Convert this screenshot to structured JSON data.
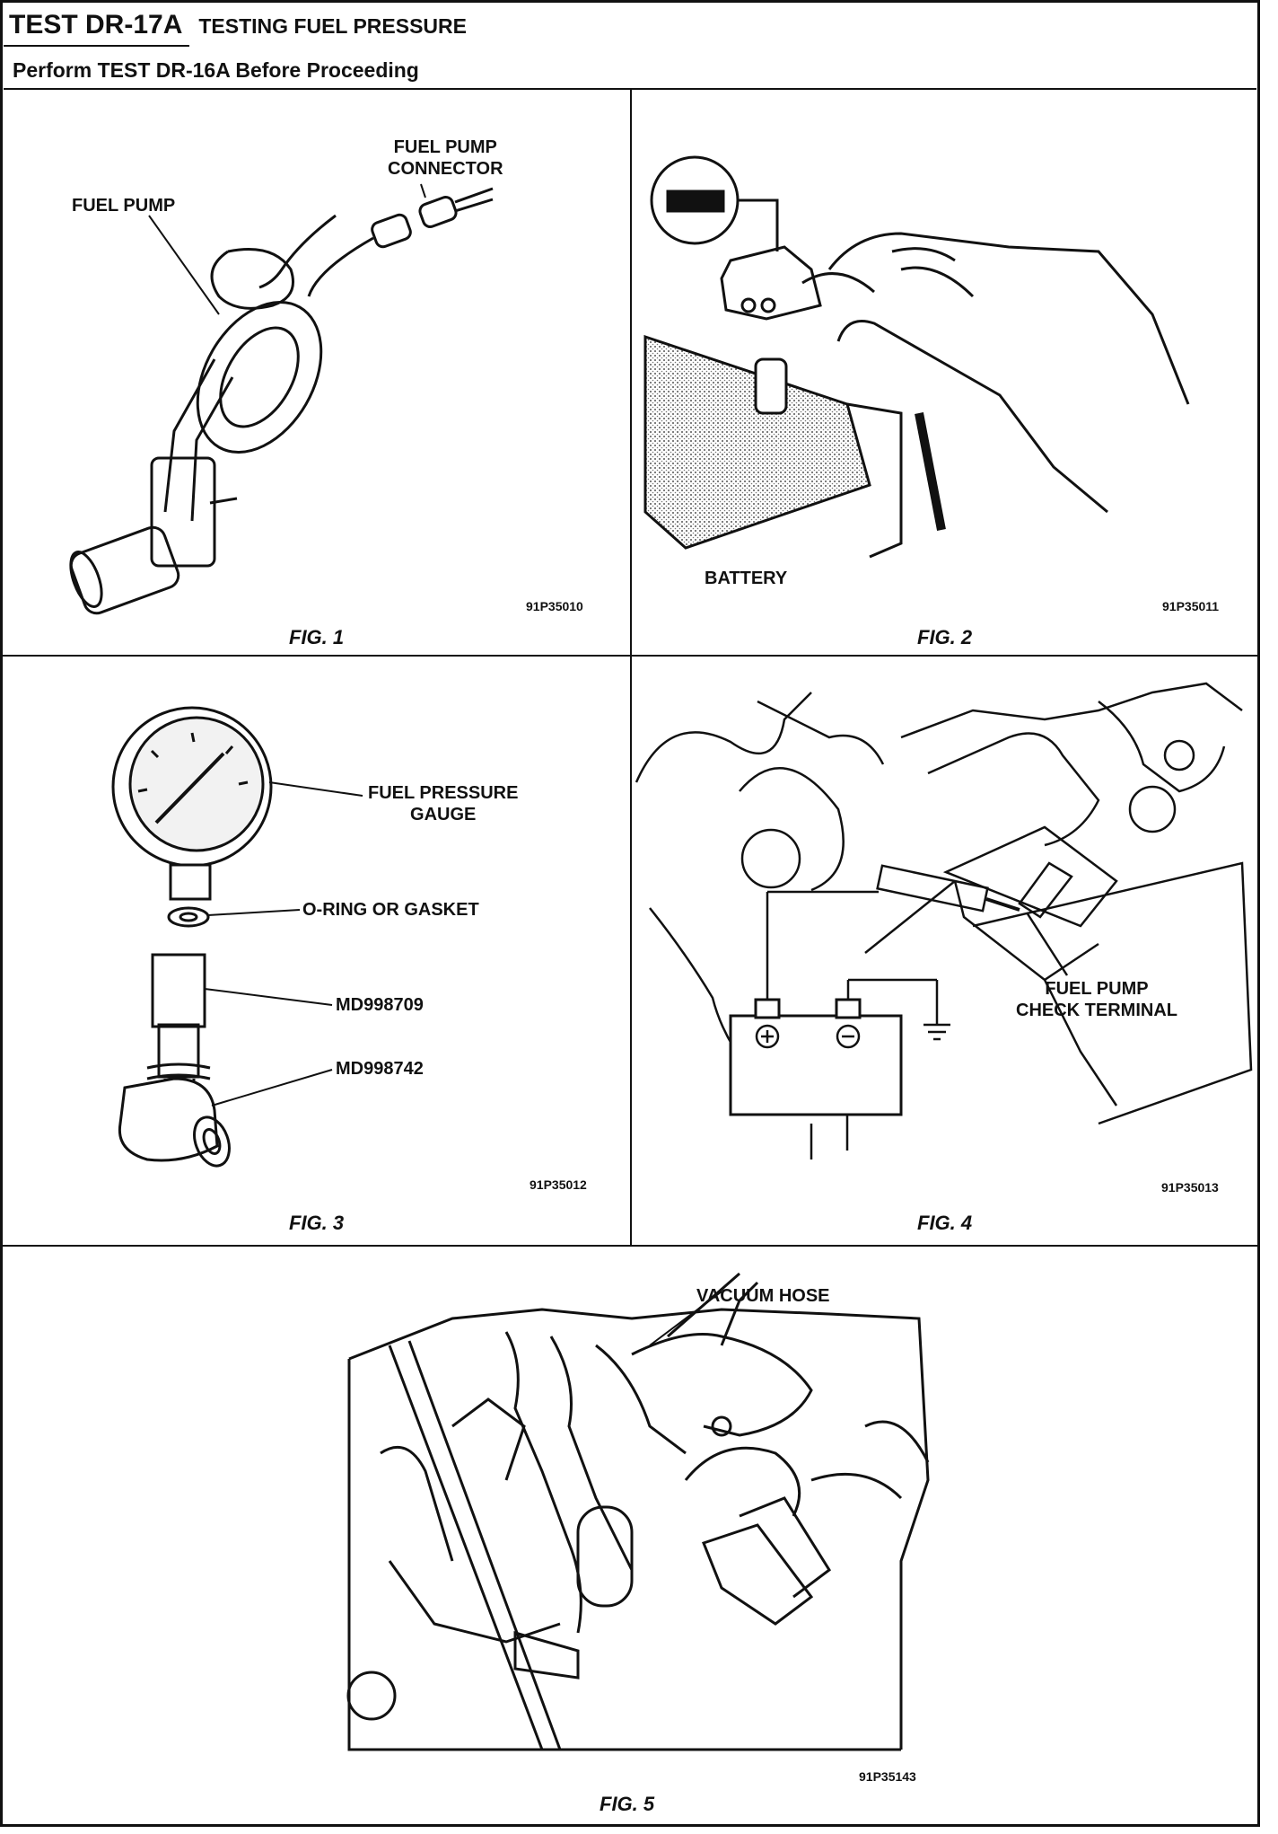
{
  "header": {
    "test_id": "TEST DR-17A",
    "title": "TESTING FUEL PRESSURE",
    "subheading": "Perform TEST DR-16A Before Proceeding"
  },
  "figures": [
    {
      "caption": "FIG. 1",
      "code": "91P35010",
      "labels": [
        "FUEL PUMP",
        "FUEL PUMP\nCONNECTOR"
      ]
    },
    {
      "caption": "FIG. 2",
      "code": "91P35011",
      "labels": [
        "BATTERY"
      ]
    },
    {
      "caption": "FIG. 3",
      "code": "91P35012",
      "labels": [
        "FUEL PRESSURE\nGAUGE",
        "O-RING OR GASKET",
        "MD998709",
        "MD998742"
      ]
    },
    {
      "caption": "FIG. 4",
      "code": "91P35013",
      "labels": [
        "FUEL PUMP\nCHECK TERMINAL"
      ]
    },
    {
      "caption": "FIG. 5",
      "code": "91P35143",
      "labels": [
        "VACUUM HOSE"
      ]
    }
  ]
}
